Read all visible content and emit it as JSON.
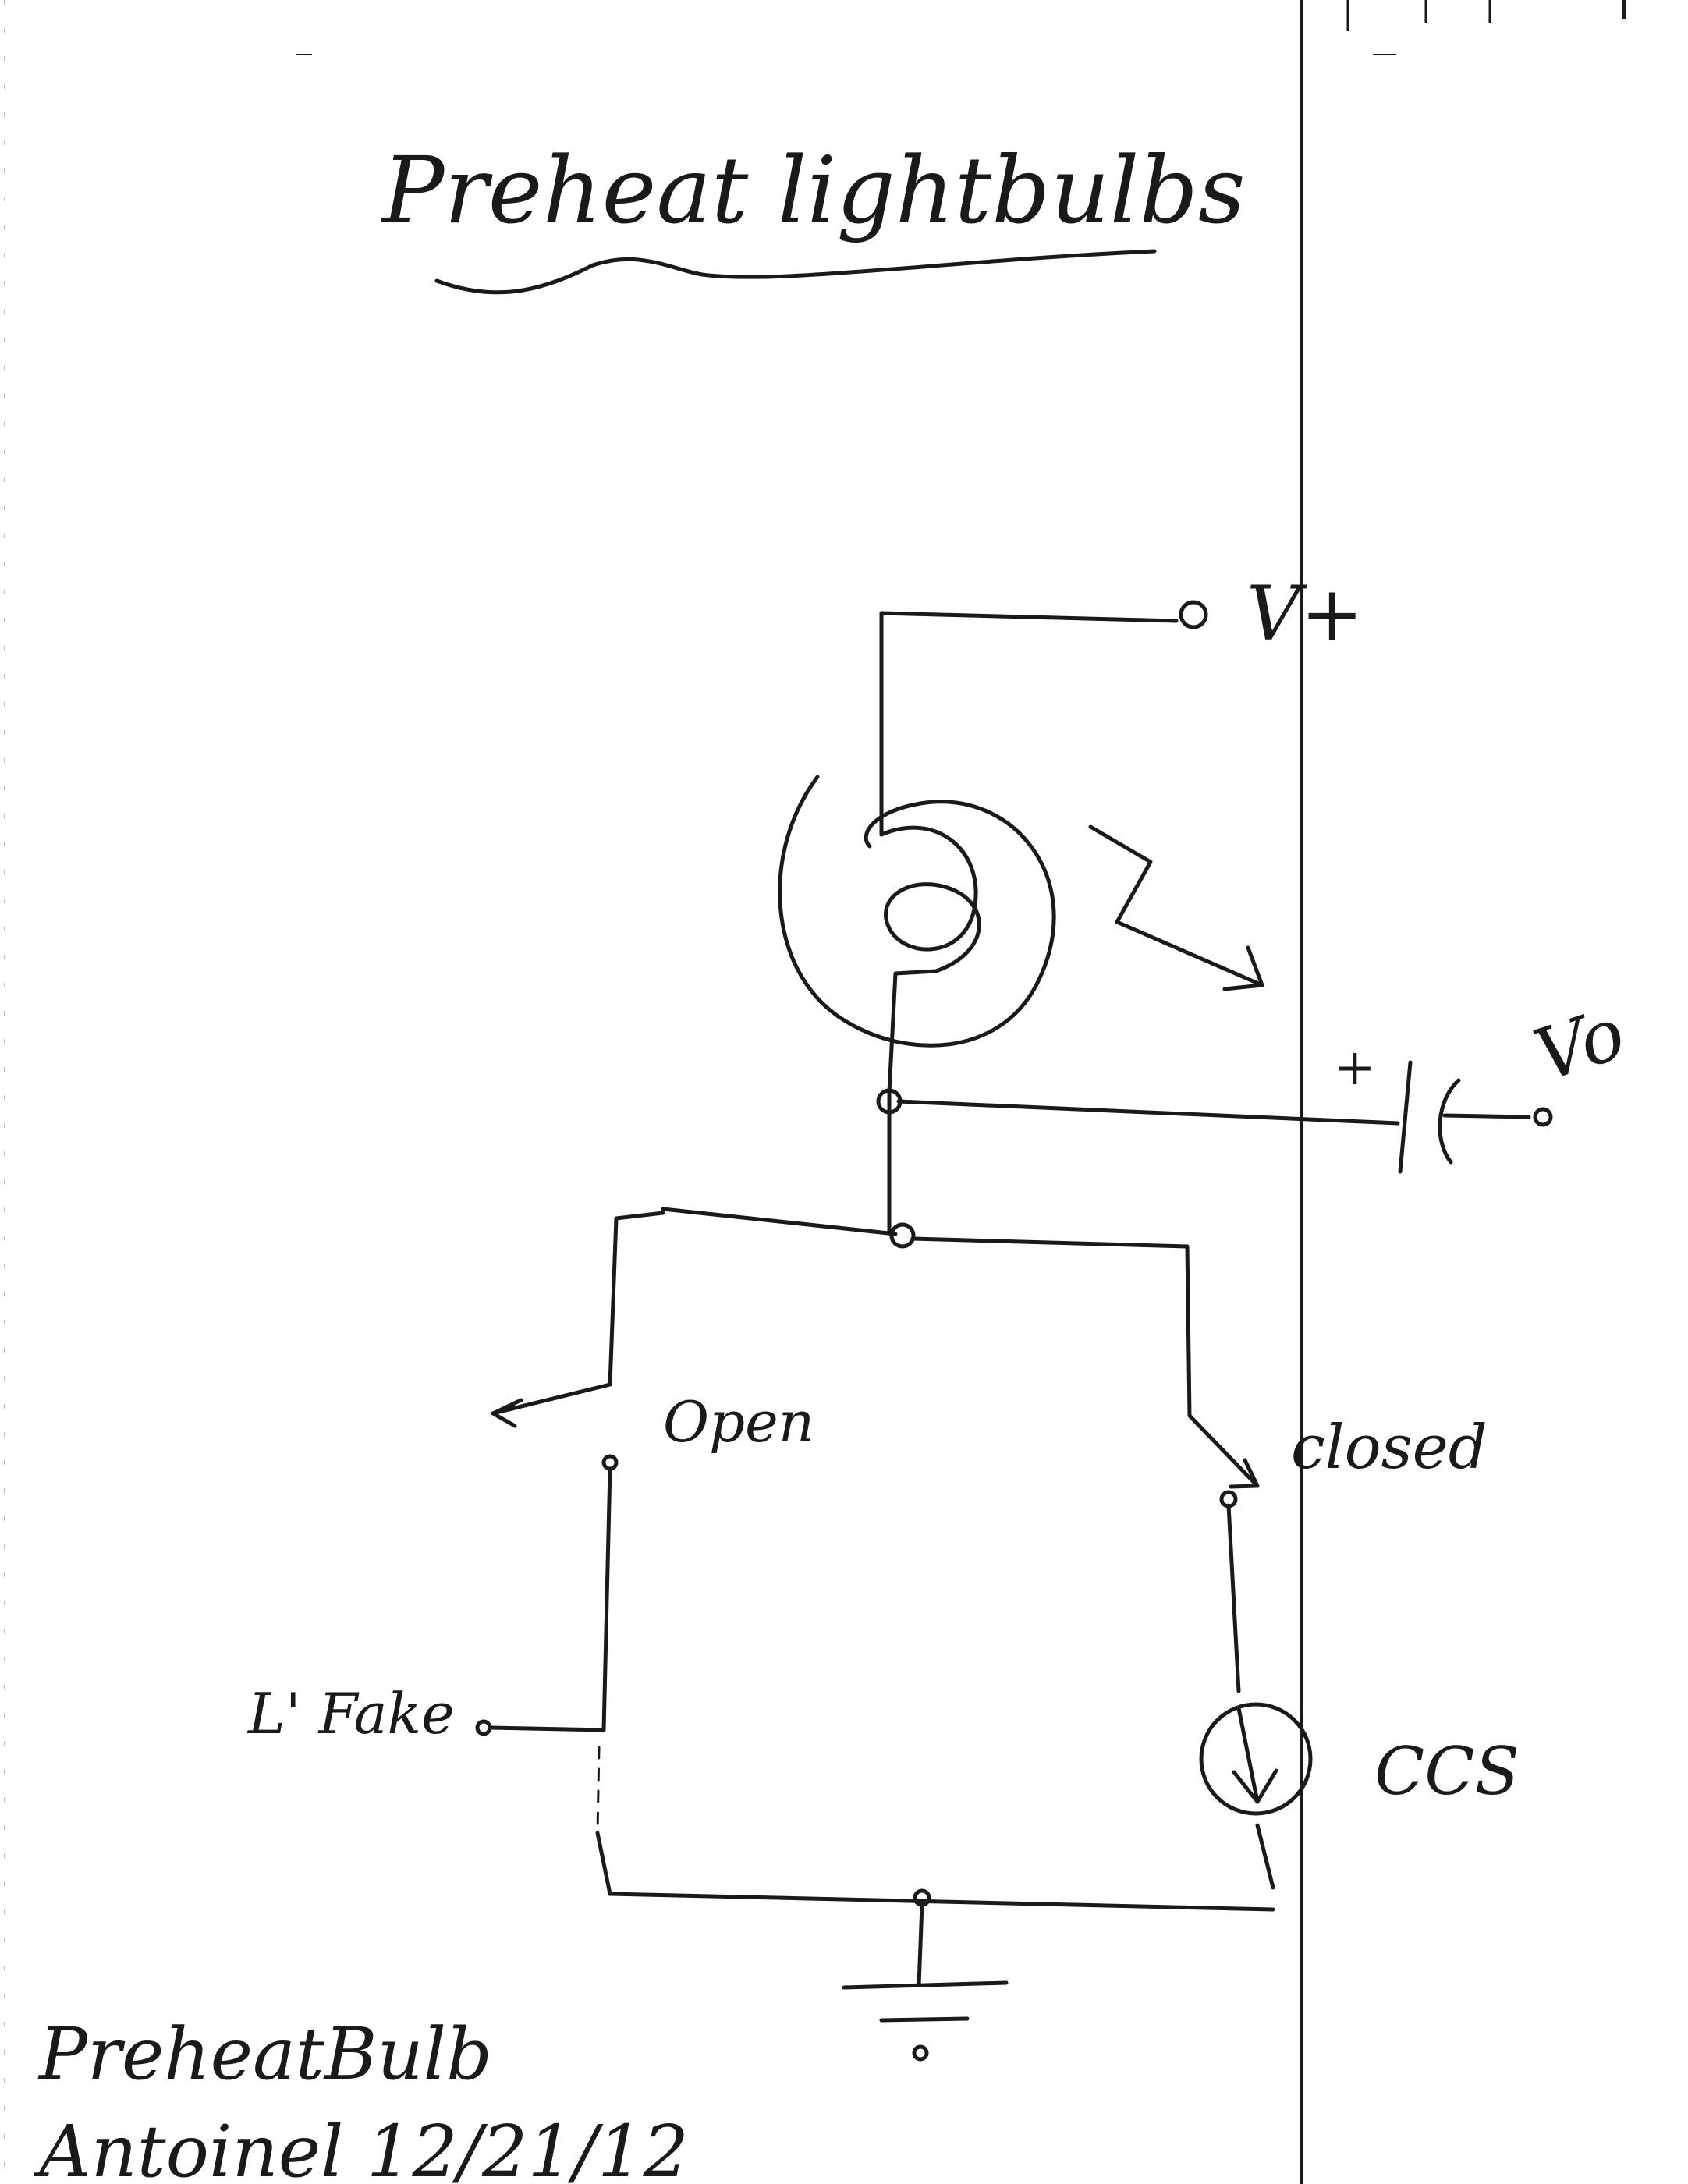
{
  "title": "Preheat lightbulbs",
  "labels": {
    "supply": "V+",
    "output": "Vo",
    "cap_plus": "+",
    "switch_open": "Open",
    "switch_closed": "closed",
    "fake_load": "L' Fake",
    "current_source": "CCS"
  },
  "signature": {
    "line1": "PreheatBulb",
    "line2": "Antoinel 12/21/12"
  }
}
